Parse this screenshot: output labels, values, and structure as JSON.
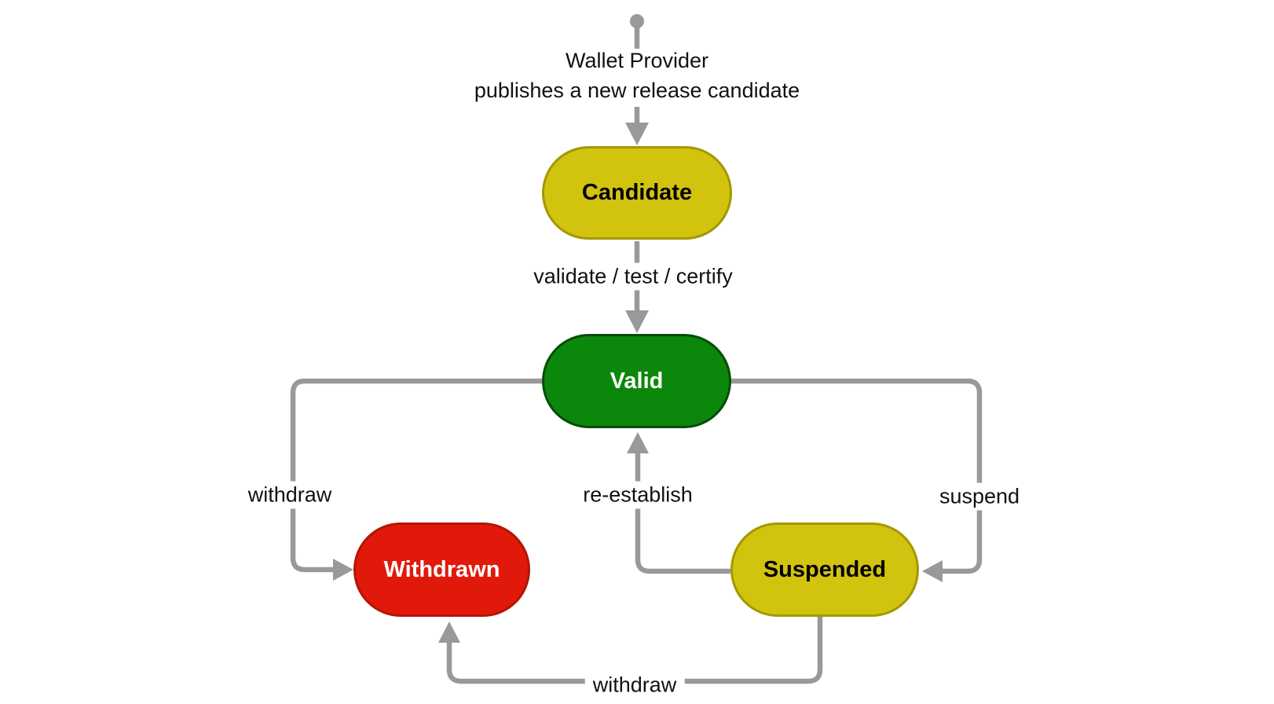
{
  "diagram": {
    "caption": {
      "line1": "Wallet Provider",
      "line2": "publishes a new release candidate"
    },
    "nodes": [
      {
        "id": "candidate",
        "label": "Candidate",
        "fill": "#d2c30e",
        "border": "#a39803",
        "text_color": "#000000"
      },
      {
        "id": "valid",
        "label": "Valid",
        "fill": "#0b870b",
        "border": "#064c06",
        "text_color": "#ffffff"
      },
      {
        "id": "withdrawn",
        "label": "Withdrawn",
        "fill": "#e1190a",
        "border": "#b31505",
        "text_color": "#ffffff"
      },
      {
        "id": "suspended",
        "label": "Suspended",
        "fill": "#d2c30e",
        "border": "#a39803",
        "text_color": "#000000"
      }
    ],
    "edges": [
      {
        "from": "start",
        "to": "candidate",
        "label": ""
      },
      {
        "from": "candidate",
        "to": "valid",
        "label": "validate / test / certify"
      },
      {
        "from": "valid",
        "to": "withdrawn",
        "label": "withdraw"
      },
      {
        "from": "valid",
        "to": "suspended",
        "label": "suspend"
      },
      {
        "from": "suspended",
        "to": "valid",
        "label": "re-establish"
      },
      {
        "from": "suspended",
        "to": "withdrawn",
        "label": "withdraw"
      }
    ],
    "colors": {
      "line": "#999999",
      "label_text": "#111111"
    }
  }
}
